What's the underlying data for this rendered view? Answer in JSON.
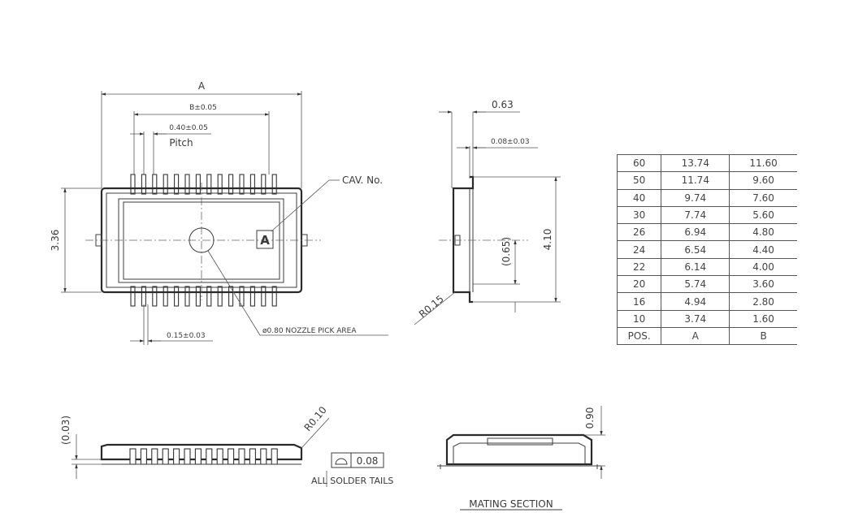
{
  "top_view": {
    "dim_a": "A",
    "dim_b": "B±0.05",
    "dim_pitch_value": "0.40±0.05",
    "dim_pitch_label": "Pitch",
    "dim_height": "3.36",
    "dim_pin_width": "0.15±0.03",
    "cavity_label": "CAV. No.",
    "cavity_mark": "A",
    "nozzle_label": "ø0.80 NOZZLE PICK AREA"
  },
  "side_view": {
    "dim_thickness": "0.63",
    "dim_lead": "0.08±0.03",
    "dim_length": "4.10",
    "dim_offset": "(0.65)",
    "dim_radius": "R0.15"
  },
  "front_view": {
    "dim_coplanarity_ref": "(0.03)",
    "dim_radius": "R0.10",
    "flatness_value": "0.08",
    "solder_note": "ALL SOLDER TAILS"
  },
  "mating_section": {
    "dim_height": "0.90",
    "title": "MATING SECTION"
  },
  "table": {
    "header": [
      "POS.",
      "A",
      "B"
    ],
    "rows": [
      [
        "60",
        "13.74",
        "11.60"
      ],
      [
        "50",
        "11.74",
        "9.60"
      ],
      [
        "40",
        "9.74",
        "7.60"
      ],
      [
        "30",
        "7.74",
        "5.60"
      ],
      [
        "26",
        "6.94",
        "4.80"
      ],
      [
        "24",
        "6.54",
        "4.40"
      ],
      [
        "22",
        "6.14",
        "4.00"
      ],
      [
        "20",
        "5.74",
        "3.60"
      ],
      [
        "16",
        "4.94",
        "2.80"
      ],
      [
        "10",
        "3.74",
        "1.60"
      ]
    ]
  }
}
